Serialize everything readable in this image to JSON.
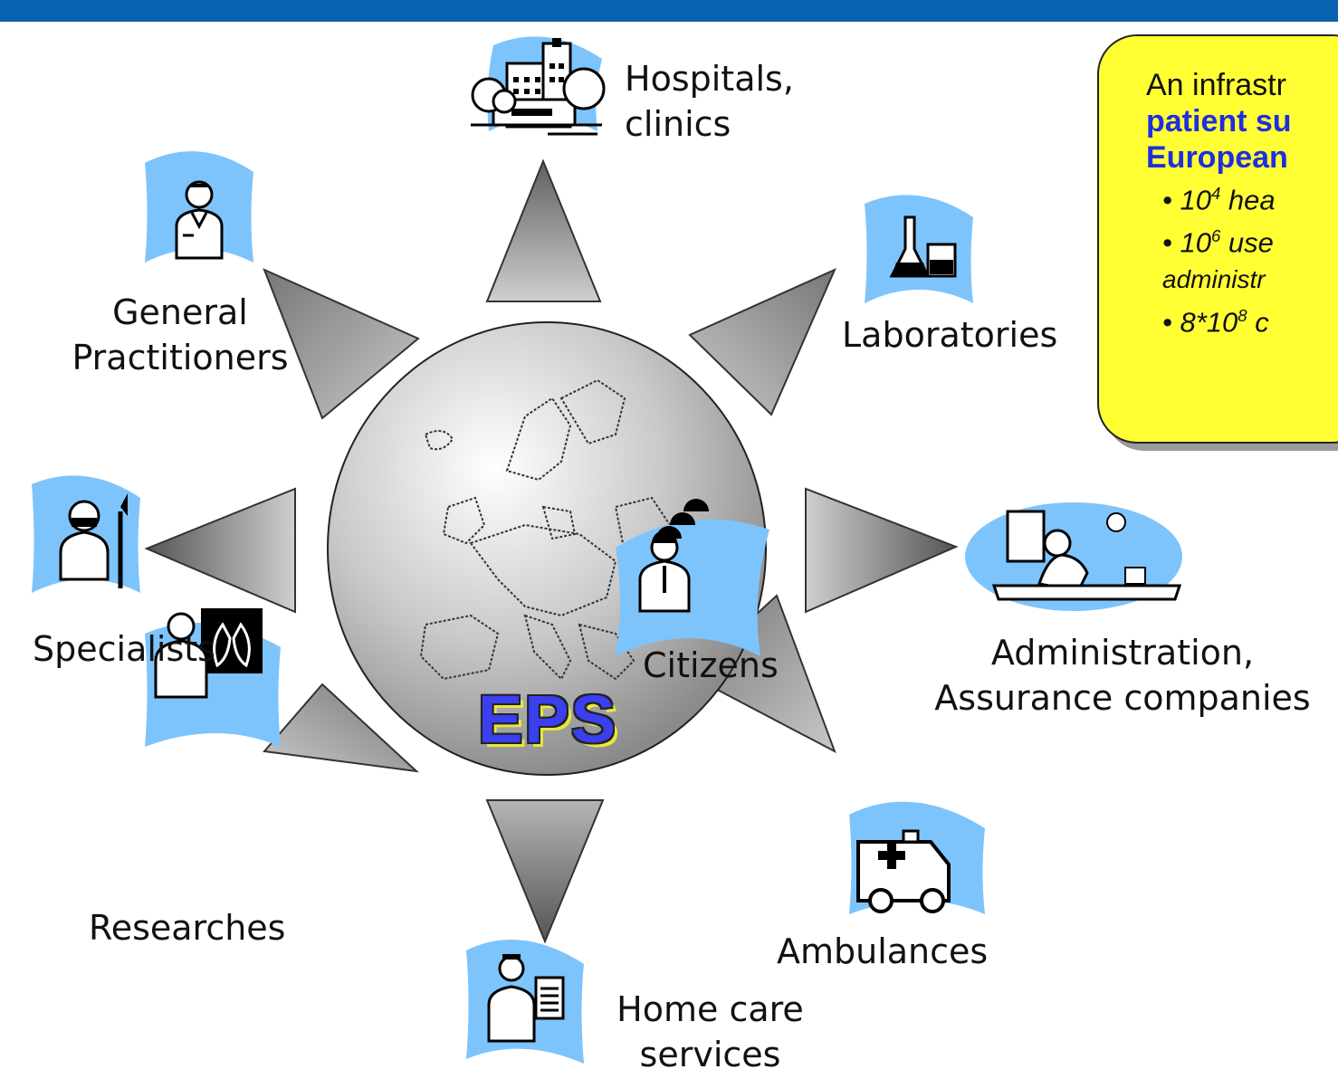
{
  "center": {
    "system_label": "EPS",
    "citizens_label": "Citizens"
  },
  "nodes": {
    "hospitals": {
      "line1": "Hospitals,",
      "line2": "clinics"
    },
    "gp": {
      "line1": "General",
      "line2": "Practitioners"
    },
    "laboratories": {
      "label": "Laboratories"
    },
    "specialists": {
      "label": "Specialists"
    },
    "administration": {
      "line1": "Administration,",
      "line2": "Assurance companies"
    },
    "researches": {
      "label": "Researches"
    },
    "ambulances": {
      "label": "Ambulances"
    },
    "homecare": {
      "line1": "Home care",
      "line2": "services"
    }
  },
  "callout": {
    "intro": "An infrastr",
    "bold_line1": "patient su",
    "bold_line2": "European",
    "item1_base": "• 10",
    "item1_sup": "4",
    "item1_rest": " hea",
    "item2_base": "• 10",
    "item2_sup": "6",
    "item2_rest": " use",
    "item2_sub": "administr",
    "item3_base": "• 8*10",
    "item3_sup": "8",
    "item3_rest": " c"
  },
  "icons": {
    "hospital": "hospital-building-icon",
    "doctor": "doctor-icon",
    "lab": "lab-flask-icon",
    "surgeon": "surgeon-scalpel-icon",
    "office": "office-clerk-desk-icon",
    "xray": "doctor-xray-icon",
    "ambulance": "ambulance-icon",
    "nurse": "nurse-clipboard-icon",
    "citizens": "citizens-group-icon",
    "map": "europe-map-icon"
  },
  "colors": {
    "header": "#0a63b0",
    "callout_fill": "#ffff33",
    "callout_bold": "#1f2ee0",
    "banner": "#7ec4fc"
  }
}
